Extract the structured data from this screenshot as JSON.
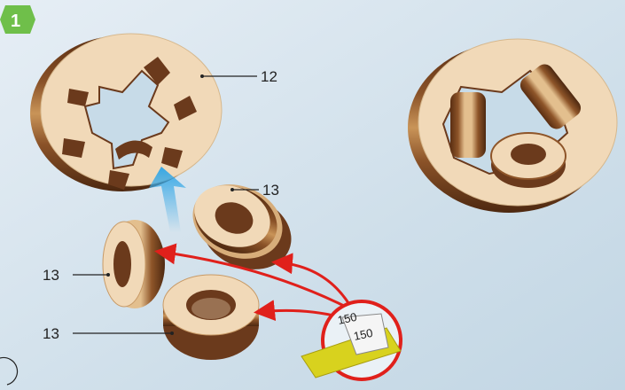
{
  "step": {
    "number": "1",
    "badge_color": "#6fbf4a"
  },
  "labels": {
    "part_plate": "12",
    "part_ring_top": "13",
    "part_ring_left": "13",
    "part_ring_bottom": "13"
  },
  "sandpaper": {
    "grit_a": "150",
    "grit_b": "150"
  },
  "colors": {
    "background": "#d3e2ec",
    "wood_light": "#f1d9b8",
    "wood_dark": "#6b3a1c",
    "arrow_red": "#e0201b",
    "arrow_blue": "#35a7e6",
    "sandpaper": "#d8d21e"
  },
  "icons": [
    "step-badge-icon",
    "insert-arrow-icon",
    "glue-arrow-icon",
    "sandpaper-icon"
  ]
}
